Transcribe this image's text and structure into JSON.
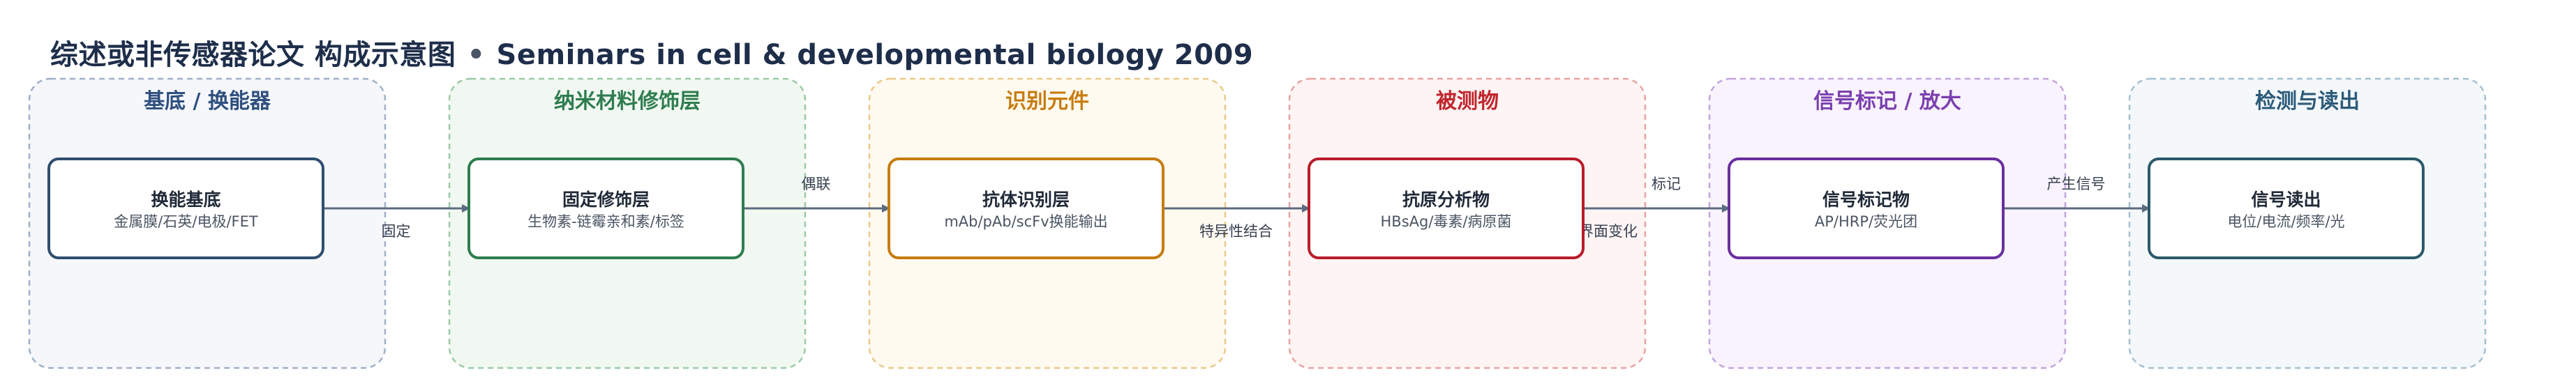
{
  "header": {
    "title_cn": "综述或非传感器论文 构成示意图",
    "separator": "•",
    "title_en": "Seminars in cell & developmental biology 2009"
  },
  "lanes": [
    {
      "title": "基底 / 换能器",
      "color": "#2f4f7f",
      "fill": "#f5f7fb",
      "stroke": "#9fb0c8",
      "node": {
        "title": "换能基底",
        "subtitle": "金属膜/石英/电极/FET",
        "stroke": "#2f4f6f"
      }
    },
    {
      "title": "纳米材料修饰层",
      "color": "#2e7d4f",
      "fill": "#f1f8f1",
      "stroke": "#9ccaa7",
      "node": {
        "title": "固定修饰层",
        "subtitle": "生物素-链霉亲和素/标签",
        "stroke": "#2e7d4f"
      }
    },
    {
      "title": "识别元件",
      "color": "#c77c0e",
      "fill": "#fffaf0",
      "stroke": "#e9c98a",
      "node": {
        "title": "抗体识别层",
        "subtitle": "mAb/pAb/scFv换能输出",
        "stroke": "#c77c0e"
      }
    },
    {
      "title": "被测物",
      "color": "#c0262d",
      "fill": "#fff4f4",
      "stroke": "#e7a3a3",
      "node": {
        "title": "抗原分析物",
        "subtitle": "HBsAg/毒素/病原菌",
        "stroke": "#b91c2a"
      }
    },
    {
      "title": "信号标记 / 放大",
      "color": "#7b3fb0",
      "fill": "#f8f3fc",
      "stroke": "#c3a5de",
      "node": {
        "title": "信号标记物",
        "subtitle": "AP/HRP/荧光团",
        "stroke": "#6b2fa0"
      }
    },
    {
      "title": "检测与读出",
      "color": "#2c5a7a",
      "fill": "#f4f8fa",
      "stroke": "#a5c0cf",
      "node": {
        "title": "信号读出",
        "subtitle": "电位/电流/频率/光",
        "stroke": "#2c5a6a"
      }
    }
  ],
  "edges": [
    {
      "label": "固定",
      "label_pos": "below"
    },
    {
      "label": "偶联",
      "label_pos": "above"
    },
    {
      "label": "特异性结合",
      "label_pos": "below"
    },
    {
      "label": "界面变化",
      "label_pos": "below",
      "label2": "标记",
      "label2_pos": "above"
    },
    {
      "label": "产生信号",
      "label_pos": "above"
    }
  ],
  "colors": {
    "edge": "#5b6b80",
    "title": "#1e2e4a"
  }
}
